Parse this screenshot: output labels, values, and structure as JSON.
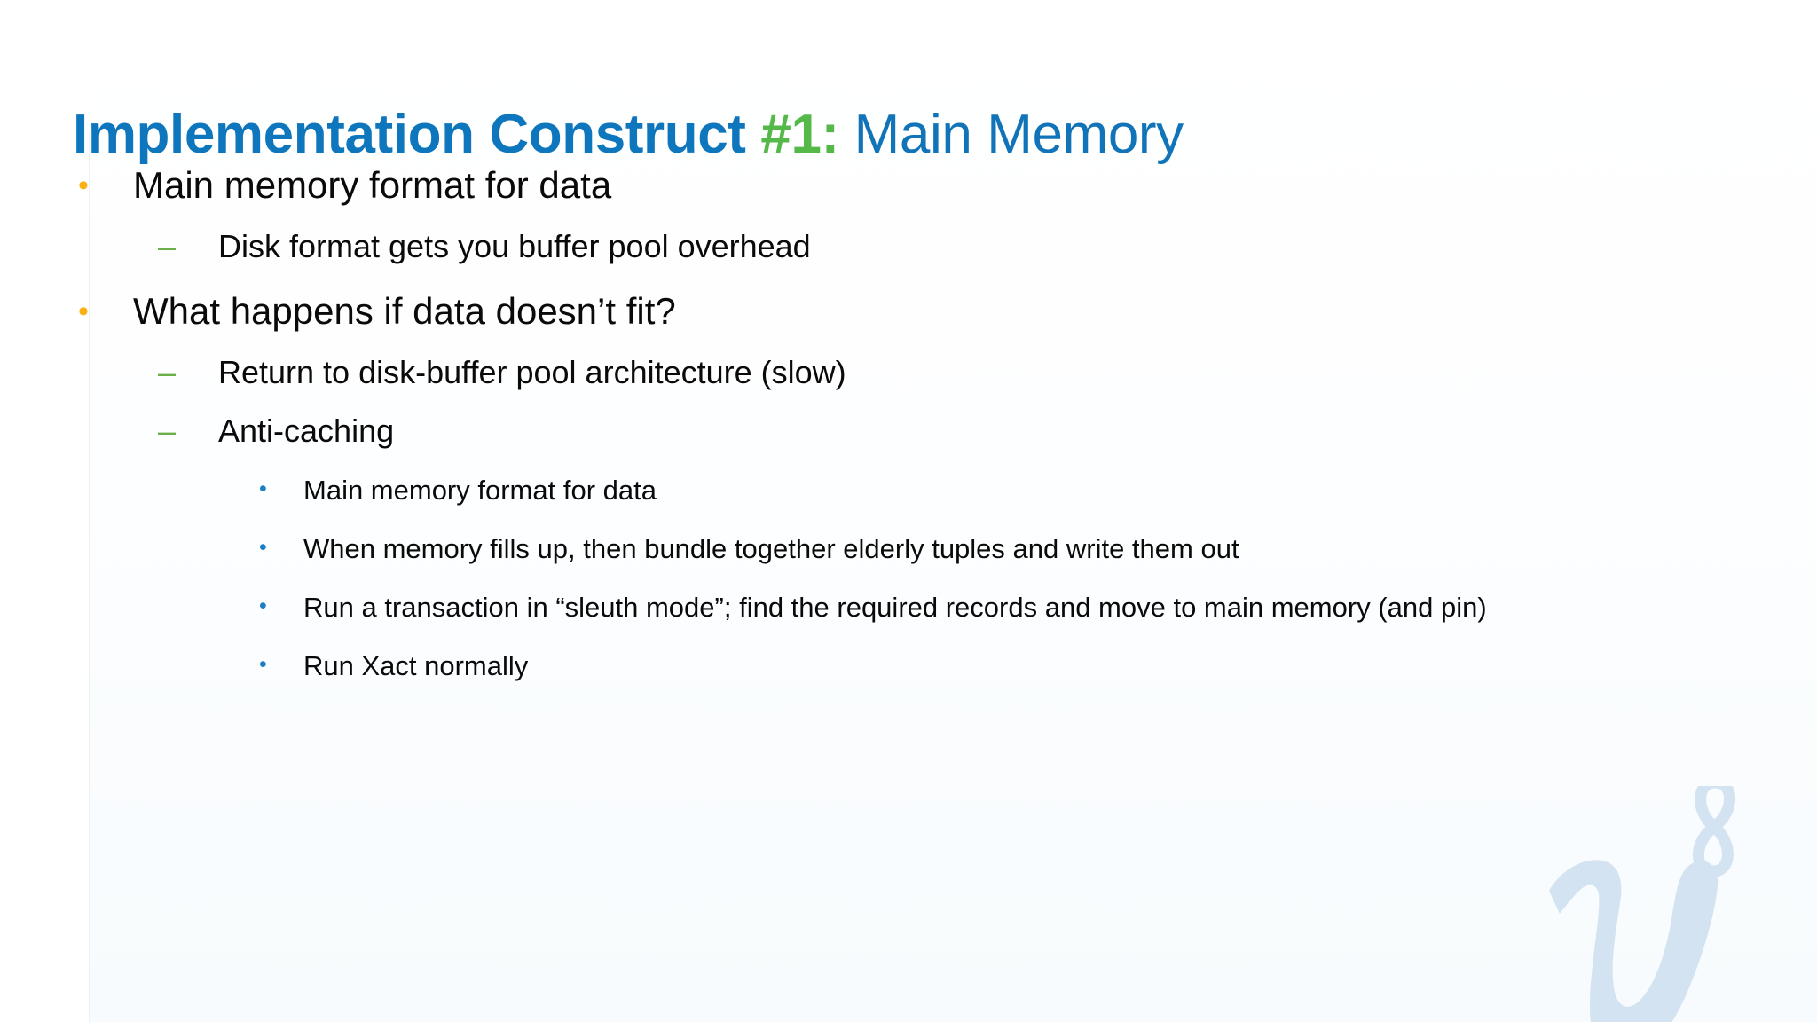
{
  "slide": {
    "title": {
      "strong": "Implementation Construct",
      "accent": "#1:",
      "light": "Main Memory"
    },
    "colors": {
      "title_blue": "#0E76BC",
      "title_blue_light": "#1274B8",
      "accent_green": "#54B948",
      "bullet_gold": "#F9B115",
      "dash_green": "#6BAF4B",
      "bullet_blue": "#1B7FC4",
      "body_text": "#0a0a0a",
      "watermark_blue": "#D3E3F1",
      "background": "#FFFFFF"
    },
    "bullets": {
      "level1_glyph": "•",
      "level2_glyph": "–",
      "level3_glyph": "•"
    },
    "content": [
      {
        "level": 1,
        "text": "Main memory format for data"
      },
      {
        "level": 2,
        "text": "Disk format gets you buffer pool overhead"
      },
      {
        "level": 1,
        "text": "What happens if data doesn’t fit?"
      },
      {
        "level": 2,
        "text": "Return to disk-buffer pool architecture (slow)"
      },
      {
        "level": 2,
        "text": "Anti-caching"
      },
      {
        "level": 3,
        "text": "Main memory format for data"
      },
      {
        "level": 3,
        "text": "When memory fills up, then bundle together elderly tuples and write them out"
      },
      {
        "level": 3,
        "text": "Run a transaction in “sleuth mode”; find the required records and move to main memory (and pin)"
      },
      {
        "level": 3,
        "text": "Run Xact normally"
      }
    ],
    "watermark": {
      "letter": "v",
      "symbol": "∞",
      "name": "v-infinity-logo"
    }
  }
}
